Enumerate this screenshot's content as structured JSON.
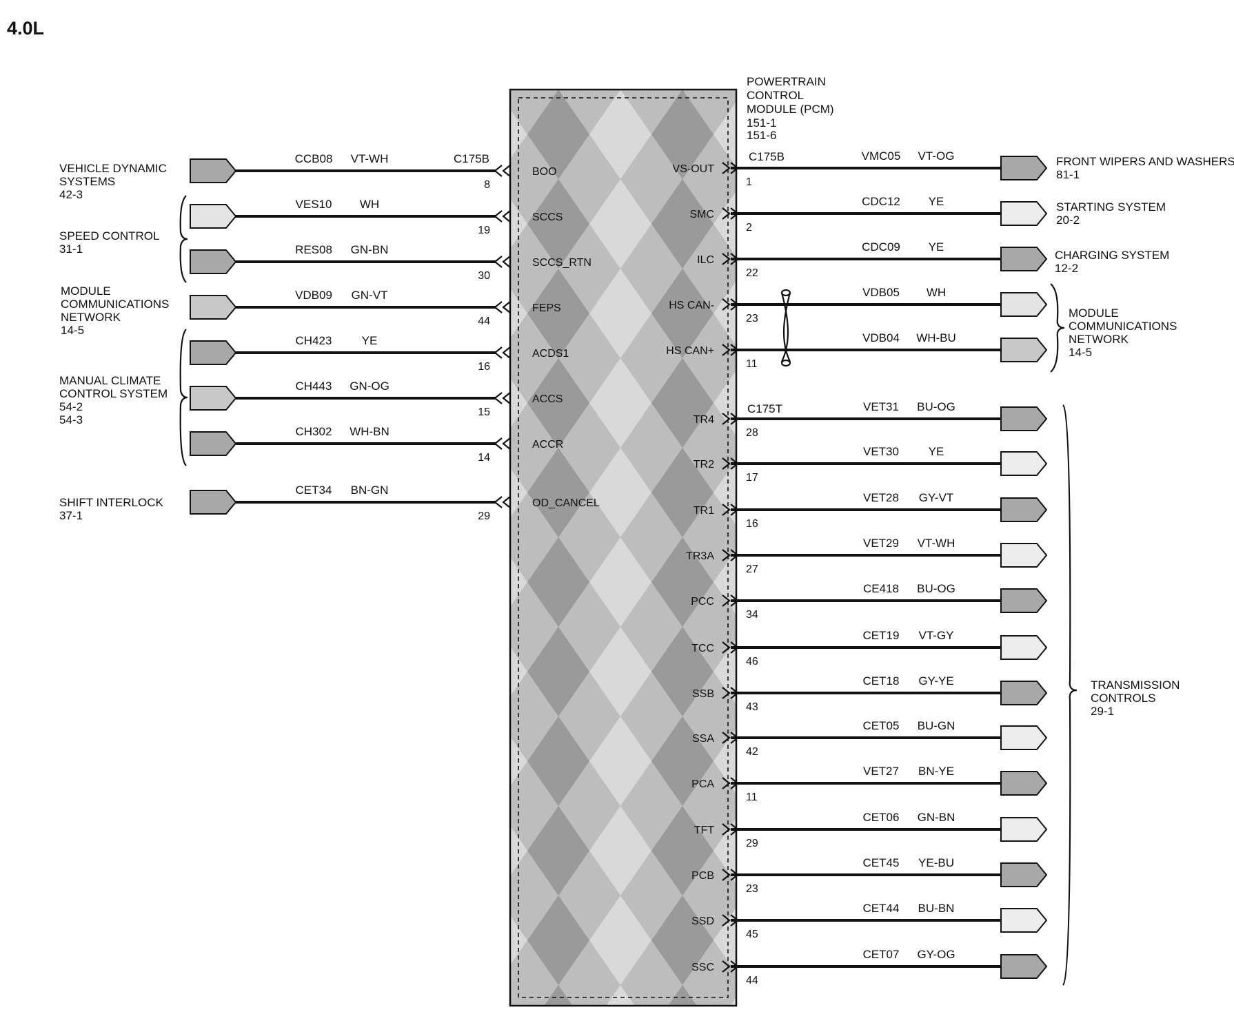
{
  "title": "4.0L",
  "module": {
    "lines": [
      "POWERTRAIN",
      "CONTROL",
      "MODULE (PCM)",
      "151-1",
      "151-6"
    ]
  },
  "connectors": {
    "left": "C175B",
    "right_top": "C175B",
    "right_bottom": "C175T"
  },
  "left_circuits": [
    {
      "circuit": "CCB08",
      "color": "VT-WH",
      "pin": "8",
      "signal": "BOO",
      "fill": "#a8a8a8"
    },
    {
      "circuit": "VES10",
      "color": "WH",
      "pin": "19",
      "signal": "SCCS",
      "fill": "#e4e4e4"
    },
    {
      "circuit": "RES08",
      "color": "GN-BN",
      "pin": "30",
      "signal": "SCCS_RTN",
      "fill": "#a8a8a8"
    },
    {
      "circuit": "VDB09",
      "color": "GN-VT",
      "pin": "44",
      "signal": "FEPS",
      "fill": "#c8c8c8"
    },
    {
      "circuit": "CH423",
      "color": "YE",
      "pin": "16",
      "signal": "ACDS1",
      "fill": "#a8a8a8"
    },
    {
      "circuit": "CH443",
      "color": "GN-OG",
      "pin": "15",
      "signal": "ACCS",
      "fill": "#c8c8c8"
    },
    {
      "circuit": "CH302",
      "color": "WH-BN",
      "pin": "14",
      "signal": "ACCR",
      "fill": "#a8a8a8"
    },
    {
      "circuit": "CET34",
      "color": "BN-GN",
      "pin": "29",
      "signal": "OD_CANCEL",
      "fill": "#a8a8a8"
    }
  ],
  "right_circuits": [
    {
      "circuit": "VMC05",
      "color": "VT-OG",
      "pin": "1",
      "signal": "VS-OUT",
      "fill": "#a8a8a8"
    },
    {
      "circuit": "CDC12",
      "color": "YE",
      "pin": "2",
      "signal": "SMC",
      "fill": "#ececec"
    },
    {
      "circuit": "CDC09",
      "color": "YE",
      "pin": "22",
      "signal": "ILC",
      "fill": "#a8a8a8"
    },
    {
      "circuit": "VDB05",
      "color": "WH",
      "pin": "23",
      "signal": "HS CAN-",
      "fill": "#e4e4e4"
    },
    {
      "circuit": "VDB04",
      "color": "WH-BU",
      "pin": "11",
      "signal": "HS CAN+",
      "fill": "#c8c8c8"
    },
    {
      "circuit": "VET31",
      "color": "BU-OG",
      "pin": "28",
      "signal": "TR4",
      "fill": "#a8a8a8"
    },
    {
      "circuit": "VET30",
      "color": "YE",
      "pin": "17",
      "signal": "TR2",
      "fill": "#ececec"
    },
    {
      "circuit": "VET28",
      "color": "GY-VT",
      "pin": "16",
      "signal": "TR1",
      "fill": "#a8a8a8"
    },
    {
      "circuit": "VET29",
      "color": "VT-WH",
      "pin": "27",
      "signal": "TR3A",
      "fill": "#ececec"
    },
    {
      "circuit": "CE418",
      "color": "BU-OG",
      "pin": "34",
      "signal": "PCC",
      "fill": "#a8a8a8"
    },
    {
      "circuit": "CET19",
      "color": "VT-GY",
      "pin": "46",
      "signal": "TCC",
      "fill": "#ececec"
    },
    {
      "circuit": "CET18",
      "color": "GY-YE",
      "pin": "43",
      "signal": "SSB",
      "fill": "#a8a8a8"
    },
    {
      "circuit": "CET05",
      "color": "BU-GN",
      "pin": "42",
      "signal": "SSA",
      "fill": "#ececec"
    },
    {
      "circuit": "VET27",
      "color": "BN-YE",
      "pin": "11",
      "signal": "PCA",
      "fill": "#a8a8a8"
    },
    {
      "circuit": "CET06",
      "color": "GN-BN",
      "pin": "29",
      "signal": "TFT",
      "fill": "#ececec"
    },
    {
      "circuit": "CET45",
      "color": "YE-BU",
      "pin": "23",
      "signal": "PCB",
      "fill": "#a8a8a8"
    },
    {
      "circuit": "CET44",
      "color": "BU-BN",
      "pin": "45",
      "signal": "SSD",
      "fill": "#ececec"
    },
    {
      "circuit": "CET07",
      "color": "GY-OG",
      "pin": "44",
      "signal": "SSC",
      "fill": "#a8a8a8"
    }
  ],
  "left_systems": [
    {
      "lines": [
        "VEHICLE DYNAMIC",
        "SYSTEMS",
        "42-3"
      ]
    },
    {
      "lines": [
        "SPEED CONTROL",
        "31-1"
      ]
    },
    {
      "lines": [
        "MODULE",
        "COMMUNICATIONS",
        "NETWORK",
        "14-5"
      ]
    },
    {
      "lines": [
        "MANUAL CLIMATE",
        "CONTROL SYSTEM",
        "54-2",
        "54-3"
      ]
    },
    {
      "lines": [
        "SHIFT INTERLOCK",
        "37-1"
      ]
    }
  ],
  "right_systems": [
    {
      "lines": [
        "FRONT WIPERS AND WASHERS",
        "81-1"
      ]
    },
    {
      "lines": [
        "STARTING SYSTEM",
        "20-2"
      ]
    },
    {
      "lines": [
        "CHARGING SYSTEM",
        "12-2"
      ]
    },
    {
      "lines": [
        "MODULE",
        "COMMUNICATIONS",
        "NETWORK",
        "14-5"
      ]
    },
    {
      "lines": [
        "TRANSMISSION",
        "CONTROLS",
        "29-1"
      ]
    }
  ]
}
